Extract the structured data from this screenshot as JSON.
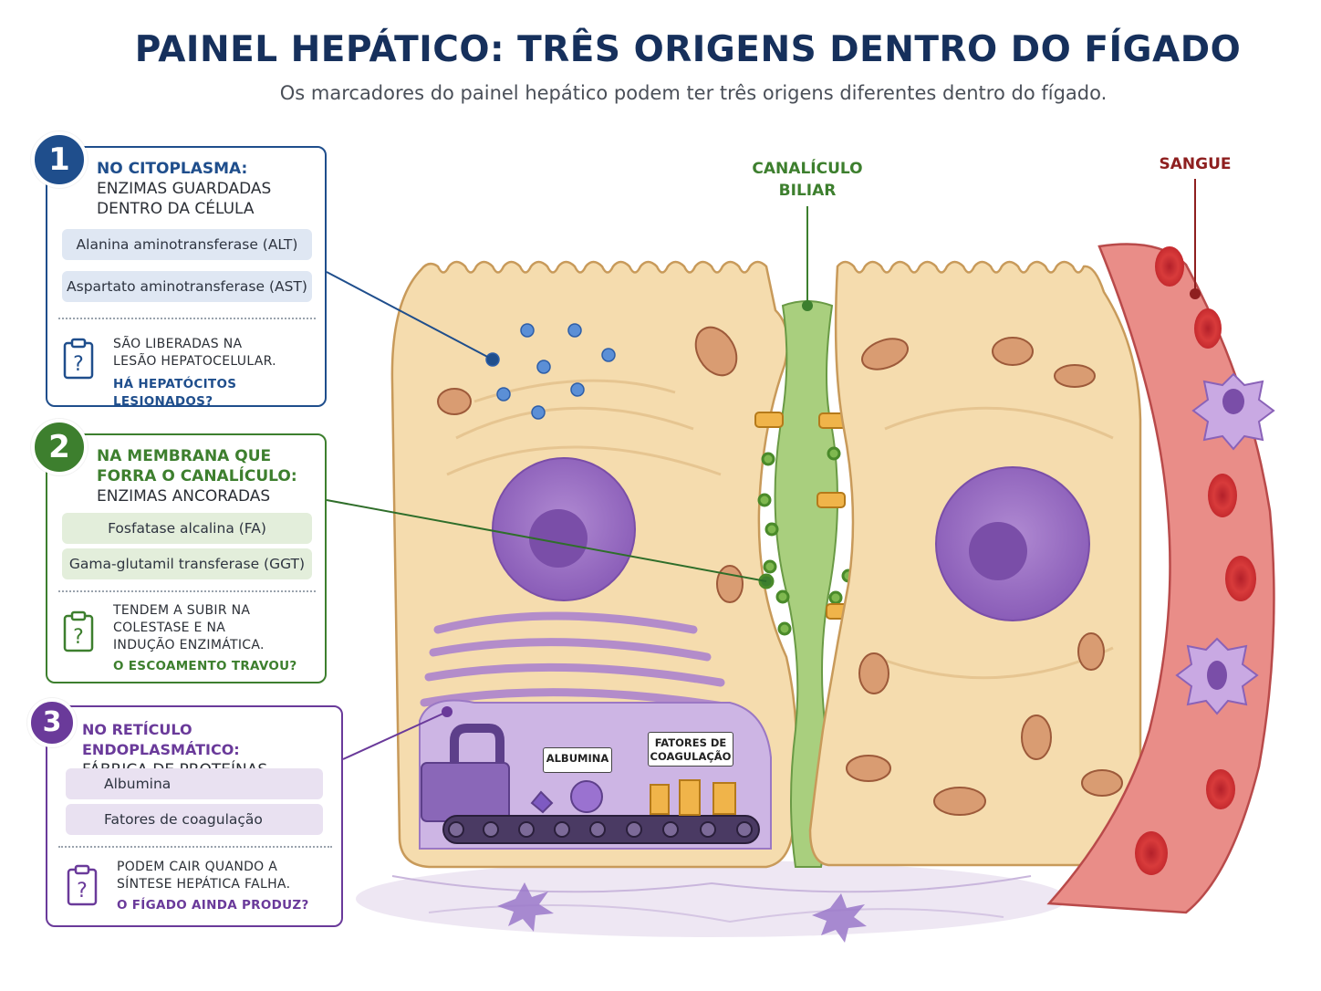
{
  "header": {
    "title": "PAINEL HEPÁTICO: TRÊS ORIGENS DENTRO DO FÍGADO",
    "subtitle": "Os marcadores do painel hepático podem ter três origens diferentes dentro do fígado."
  },
  "cards": [
    {
      "number": "1",
      "heading_bold": "NO CITOPLASMA:",
      "heading_lines": [
        "ENZIMAS GUARDADAS",
        "DENTRO DA CÉLULA"
      ],
      "items": [
        "Alanina aminotransferase (ALT)",
        "Aspartato aminotransferase (AST)"
      ],
      "note_lines": [
        "SÃO LIBERADAS NA",
        "LESÃO HEPATOCELULAR."
      ],
      "question": "HÁ HEPATÓCITOS LESIONADOS?",
      "color": "#1f4e8c",
      "pill_color": "#dfe7f3"
    },
    {
      "number": "2",
      "heading_bold": "NA MEMBRANA QUE FORRA O CANALÍCULO:",
      "heading_bold_lines": [
        "NA MEMBRANA QUE",
        "FORRA O CANALÍCULO:"
      ],
      "heading_lines": [
        "ENZIMAS ANCORADAS"
      ],
      "items": [
        "Fosfatase alcalina (FA)",
        "Gama-glutamil transferase (GGT)"
      ],
      "note_lines": [
        "TENDEM A SUBIR NA",
        "COLESTASE E NA",
        "INDUÇÃO ENZIMÁTICA."
      ],
      "question": "O ESCOAMENTO TRAVOU?",
      "color": "#3d7f2e",
      "pill_color": "#e3eedb"
    },
    {
      "number": "3",
      "heading_bold": "NO RETÍCULO ENDOPLASMÁTICO:",
      "heading_lines": [
        "FÁBRICA DE PROTEÍNAS"
      ],
      "items": [
        "Albumina",
        "Fatores de coagulação"
      ],
      "note_lines": [
        "PODEM CAIR QUANDO A",
        "SÍNTESE HEPÁTICA FALHA."
      ],
      "question": "O FÍGADO AINDA PRODUZ?",
      "color": "#6a3a9a",
      "pill_color": "#e9e1f1"
    }
  ],
  "labels": {
    "canaliculo_lines": [
      "CANALÍCULO",
      "BILIAR"
    ],
    "sangue": "SANGUE",
    "albumina_tag": "ALBUMINA",
    "fatores_tag_lines": [
      "FATORES DE",
      "COAGULAÇÃO"
    ]
  },
  "colors": {
    "title": "#16305c",
    "cell_fill": "#f5dcae",
    "cell_stroke": "#c89a5a",
    "canaliculus": "#a9cf7e",
    "nucleus": "#9a6fc0",
    "vessel": "#e58784",
    "rbc": "#d63a3a",
    "er": "#b99ad6",
    "sangue_label": "#8e1f1f",
    "canaliculo_label": "#3d7f2e"
  },
  "icons": [
    "clipboard-question-icon",
    "enzyme-dot-icon",
    "anchored-enzyme-icon",
    "conveyor-belt-icon",
    "machine-icon"
  ]
}
